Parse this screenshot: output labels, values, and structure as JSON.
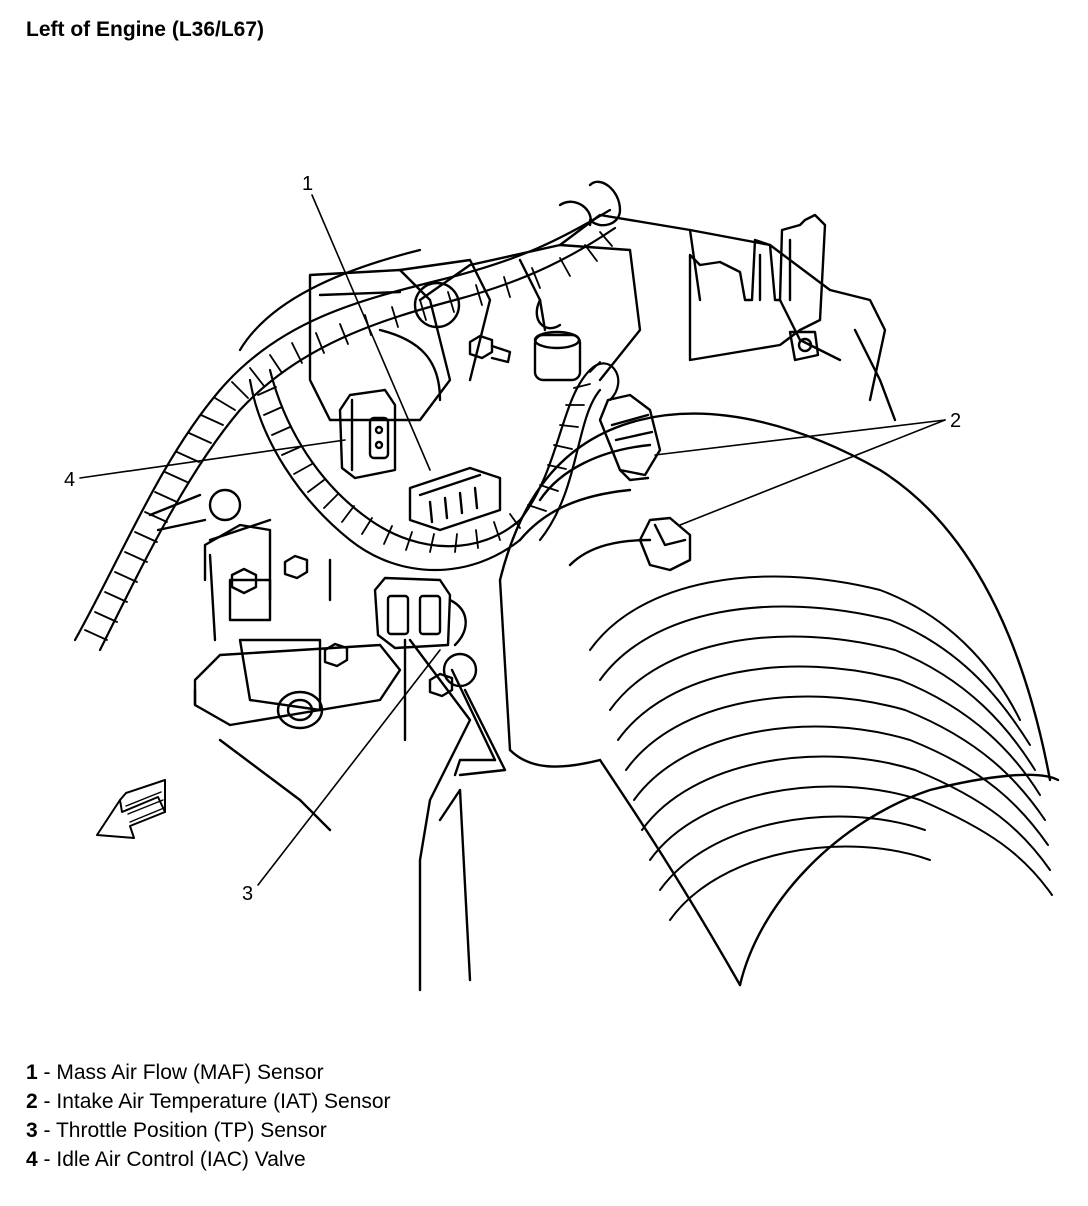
{
  "title": "Left of Engine (L36/L67)",
  "callouts": {
    "c1": "1",
    "c2": "2",
    "c3": "3",
    "c4": "4"
  },
  "legend": [
    {
      "num": "1",
      "sep": " - ",
      "text": "Mass Air Flow (MAF) Sensor"
    },
    {
      "num": "2",
      "sep": " - ",
      "text": "Intake Air Temperature (IAT) Sensor"
    },
    {
      "num": "3",
      "sep": " - ",
      "text": "Throttle Position (TP) Sensor"
    },
    {
      "num": "4",
      "sep": " - ",
      "text": "Idle Air Control (IAC) Valve"
    }
  ]
}
